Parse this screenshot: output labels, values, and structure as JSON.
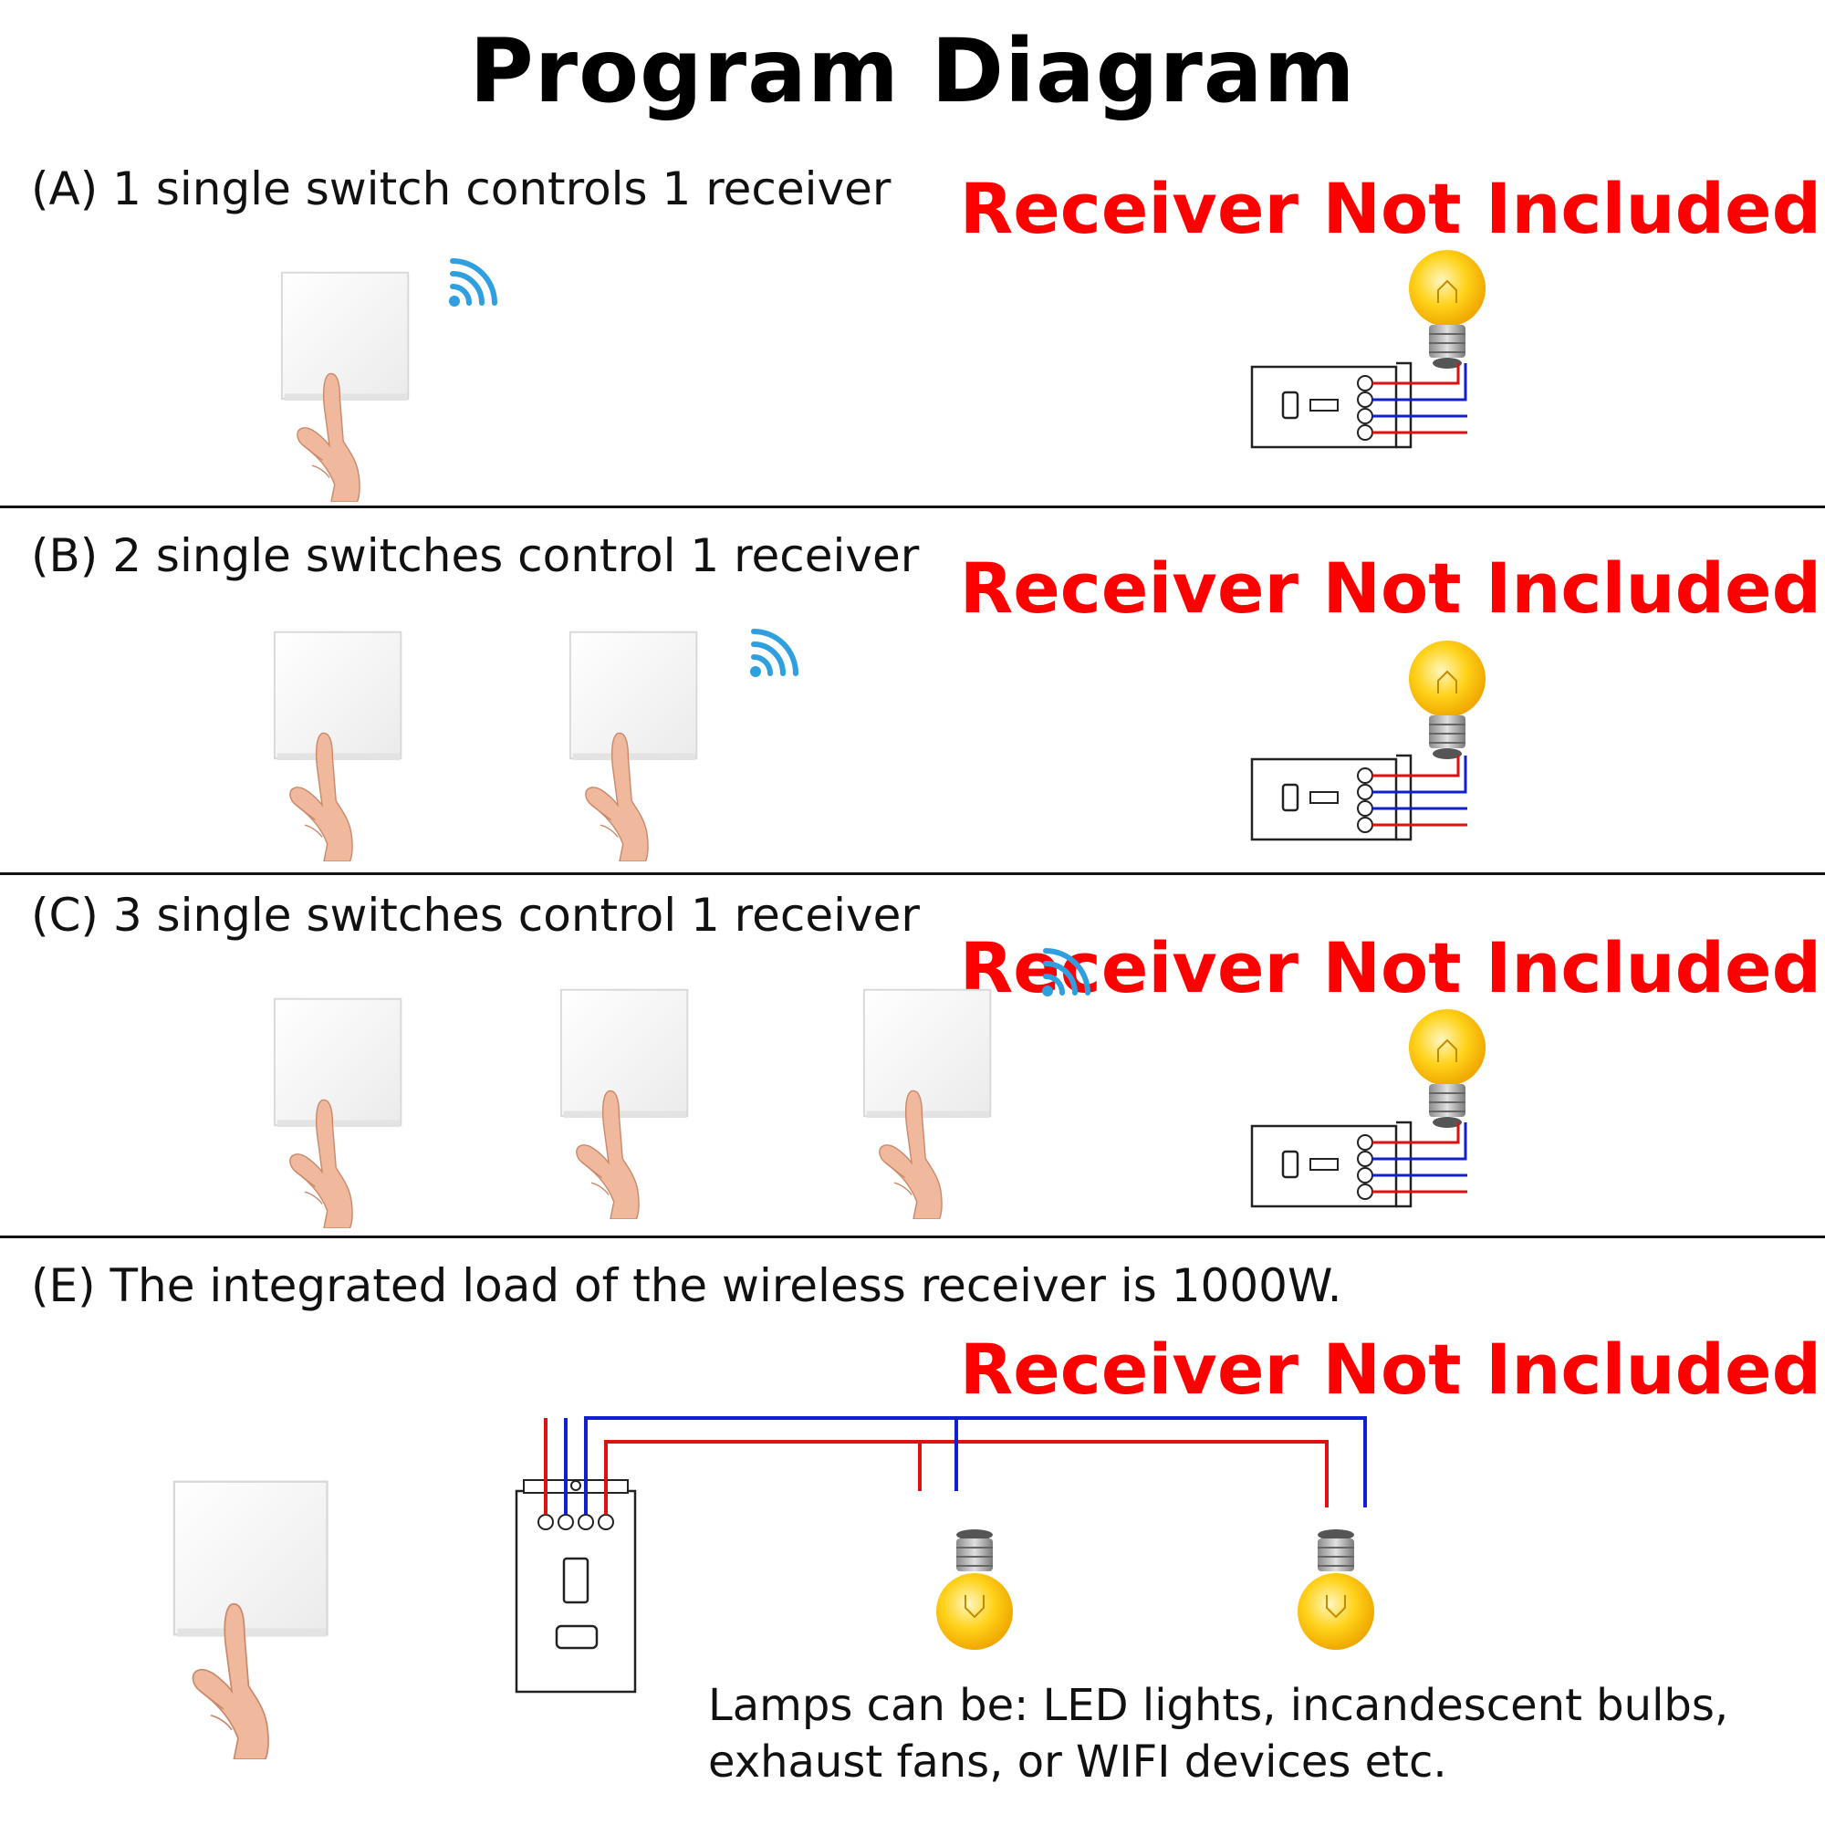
{
  "title": "Program Diagram",
  "colors": {
    "warning": "#ff0000",
    "wifi": "#2f9fe0",
    "live_wire": "#e01010",
    "neutral_wire": "#1020d0",
    "bulb": "#ffd21a"
  },
  "sections": [
    {
      "heading": "(A) 1 single switch controls 1 receiver",
      "warning": "Receiver Not Included",
      "switch_count": 1
    },
    {
      "heading": "(B) 2 single switches control 1 receiver",
      "warning": "Receiver Not Included",
      "switch_count": 2
    },
    {
      "heading": "(C) 3 single switches control 1 receiver",
      "warning": "Receiver Not Included",
      "switch_count": 3
    },
    {
      "heading": "(E) The integrated load of the wireless receiver is 1000W.",
      "warning": "Receiver Not Included",
      "switch_count": 1,
      "lamp_count": 2
    }
  ],
  "note": {
    "line1": "Lamps can be: LED lights, incandescent bulbs,",
    "line2": "exhaust fans, or WIFI devices etc."
  },
  "icons": [
    "wall-switch-icon",
    "pointing-hand-icon",
    "wifi-signal-icon",
    "light-bulb-icon",
    "receiver-module-icon"
  ]
}
